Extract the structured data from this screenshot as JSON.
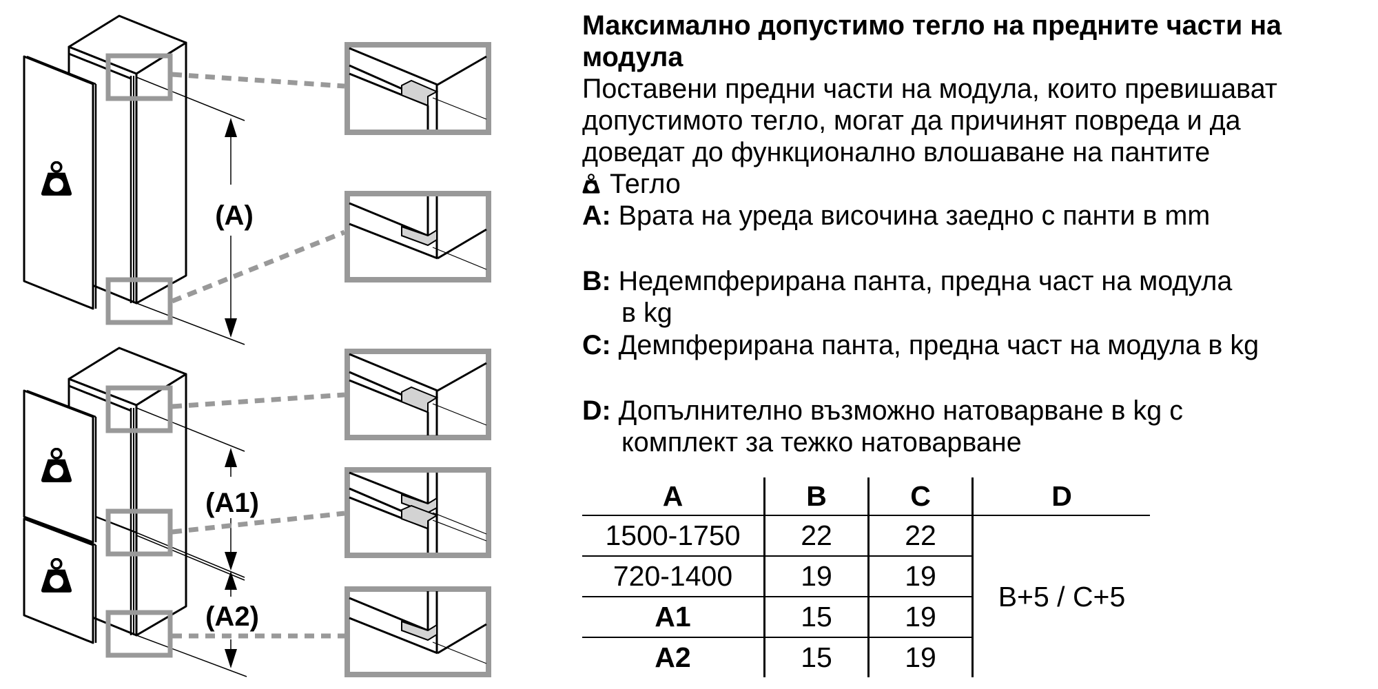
{
  "diagram": {
    "single_door": {
      "dimension_label": "(A)",
      "door_icon": "weight-icon"
    },
    "two_door": {
      "dimension_labels": [
        "(A1)",
        "(A2)"
      ],
      "door_icons": [
        "weight-icon",
        "weight-icon"
      ]
    },
    "colors": {
      "highlight_frame": "#999999",
      "hinge_fill": "#d3d3d3",
      "line": "#000000"
    }
  },
  "text": {
    "title_lines": [
      "Максимално допустимо тегло на предните части на",
      "модула"
    ],
    "warning_lines": [
      "Поставени предни части на модула, които превишават",
      "допустимото тегло, могат да причинят повреда и да",
      "доведат до функционално влошаване на пантите"
    ],
    "legend": {
      "weight": {
        "icon": "weight-icon",
        "label": "Тегло"
      },
      "A": {
        "key": "A:",
        "lines": [
          "Врата на уреда височина заедно с панти в mm"
        ]
      },
      "B": {
        "key": "B:",
        "lines": [
          "Недемпферирана панта, предна част на модула",
          "в kg"
        ]
      },
      "C": {
        "key": "C:",
        "lines": [
          "Демпферирана панта, предна част на модула в kg"
        ]
      },
      "D": {
        "key": "D:",
        "lines": [
          "Допълнително възможно натоварване в kg с",
          "комплект за тежко натоварване"
        ]
      }
    }
  },
  "table": {
    "headers": [
      "A",
      "B",
      "C",
      "D"
    ],
    "rows": [
      {
        "A": "1500-1750",
        "B": "22",
        "C": "22",
        "A_bold": false
      },
      {
        "A": "720-1400",
        "B": "19",
        "C": "19",
        "A_bold": false
      },
      {
        "A": "A1",
        "B": "15",
        "C": "19",
        "A_bold": true
      },
      {
        "A": "A2",
        "B": "15",
        "C": "19",
        "A_bold": true
      }
    ],
    "D_merged": "B+5 / C+5"
  }
}
